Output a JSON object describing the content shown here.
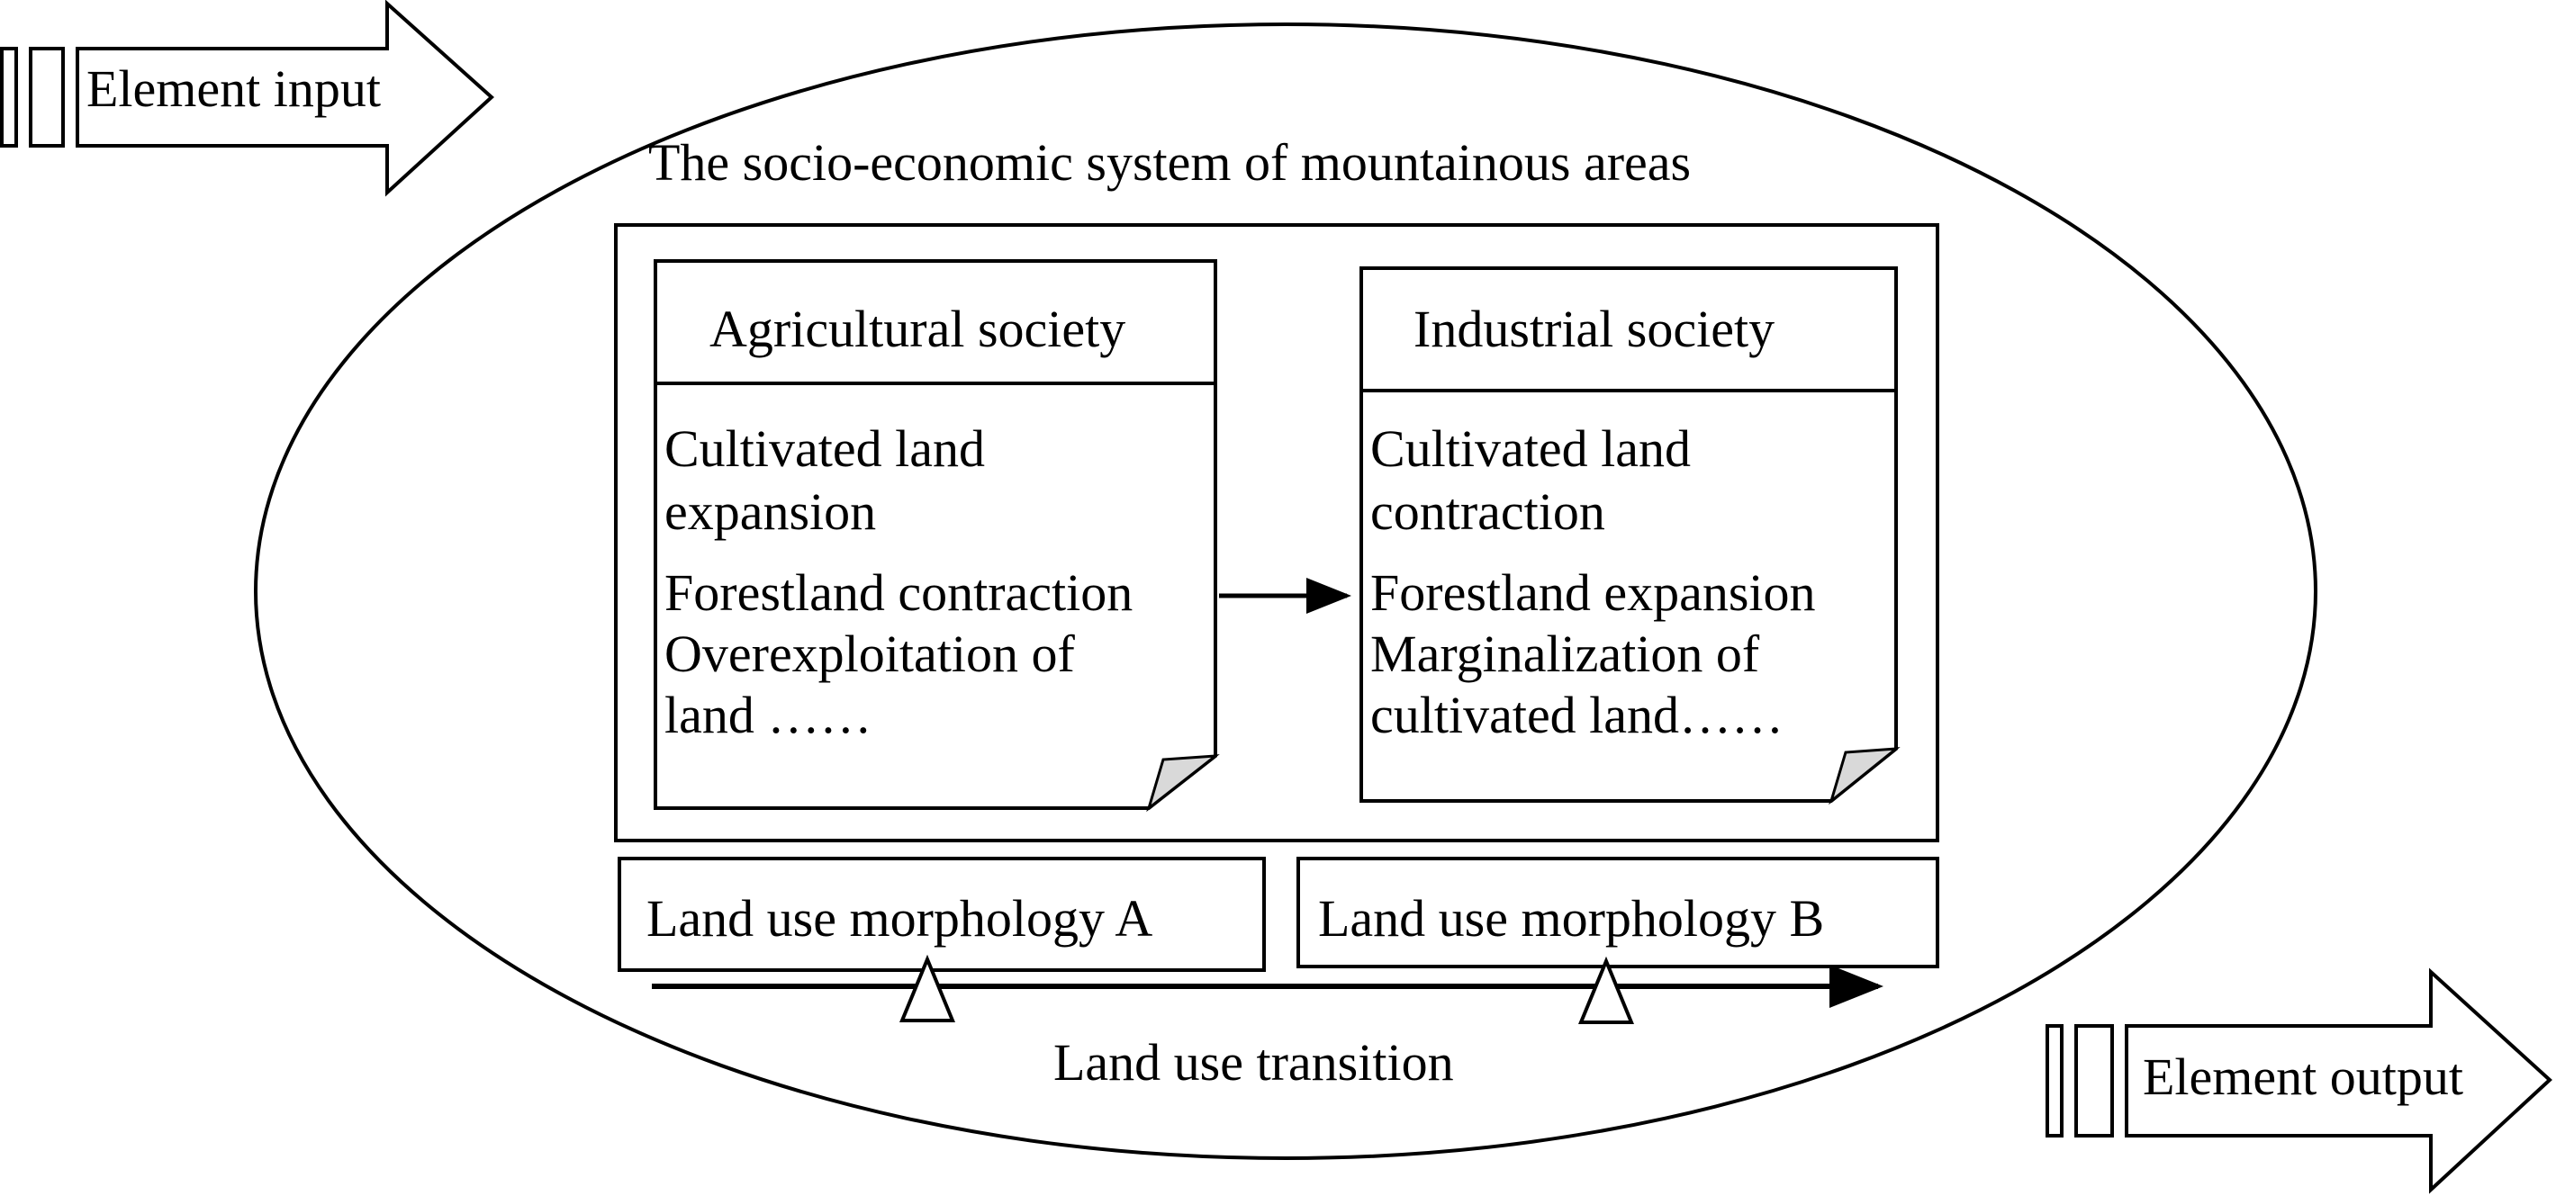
{
  "arrows": {
    "input_label": "Element input",
    "output_label": "Element output"
  },
  "system": {
    "title": "The socio-economic system of mountainous areas"
  },
  "societies": {
    "agricultural": {
      "title": "Agricultural society",
      "lines": [
        "Cultivated land",
        "expansion",
        "Forestland contraction",
        "Overexploitation of",
        "land ……"
      ]
    },
    "industrial": {
      "title": "Industrial society",
      "lines": [
        "Cultivated land",
        "contraction",
        "Forestland expansion",
        "Marginalization of",
        "cultivated land……"
      ]
    }
  },
  "morphology": {
    "a_label": "Land use morphology A",
    "b_label": "Land use morphology B"
  },
  "transition": {
    "label": "Land use transition"
  },
  "colors": {
    "stroke": "#000000",
    "fold_fill": "#d9d9d9",
    "background": "#ffffff"
  }
}
